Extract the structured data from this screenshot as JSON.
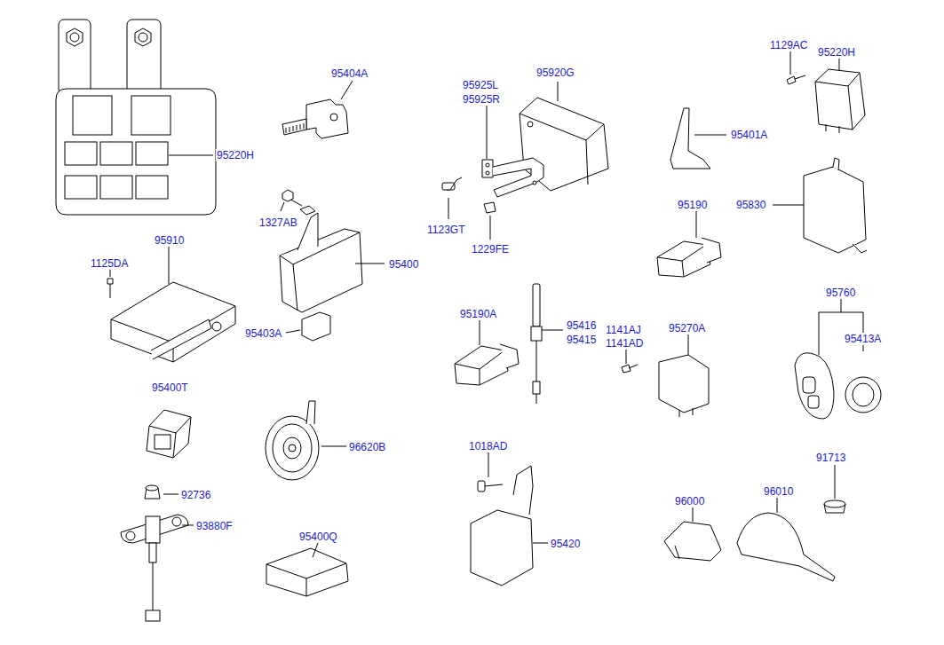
{
  "diagram": {
    "labels": [
      "95404A",
      "95220H",
      "95925L",
      "95925R",
      "95920G",
      "1129AC",
      "95220H",
      "95401A",
      "1327AB",
      "1123GT",
      "1229FE",
      "95190",
      "95830",
      "95910",
      "1125DA",
      "95400",
      "95403A",
      "95190A",
      "95416",
      "95415",
      "1141AJ",
      "1141AD",
      "95270A",
      "95760",
      "95413A",
      "95400T",
      "96620B",
      "1018AD",
      "91713",
      "92736",
      "93880F",
      "96000",
      "96010",
      "95400Q",
      "95420"
    ]
  }
}
